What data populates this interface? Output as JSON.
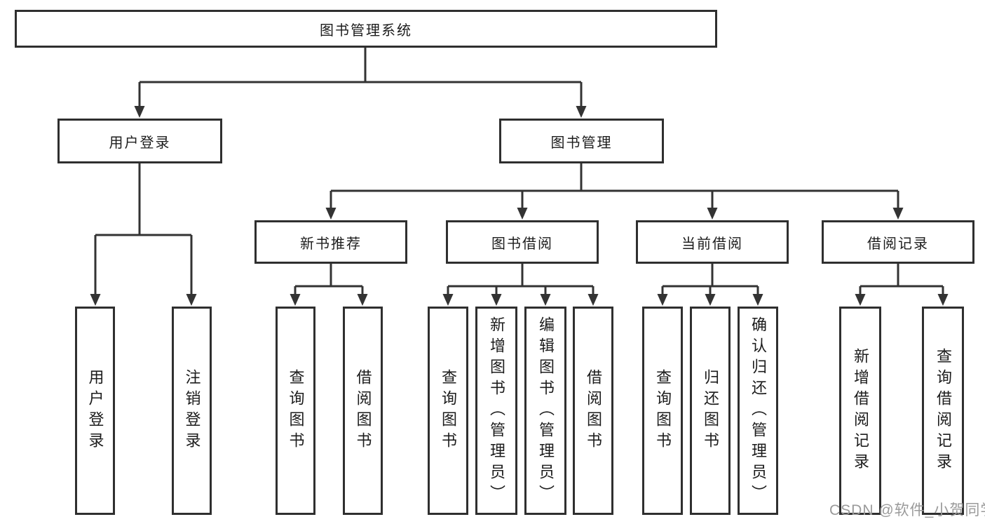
{
  "diagram": {
    "root": {
      "label": "图书管理系统"
    },
    "branches": [
      {
        "label": "用户登录",
        "children": [
          {
            "label": "用户登录"
          },
          {
            "label": "注销登录"
          }
        ]
      },
      {
        "label": "图书管理",
        "children": [
          {
            "label": "新书推荐",
            "children": [
              {
                "label": "查询图书"
              },
              {
                "label": "借阅图书"
              }
            ]
          },
          {
            "label": "图书借阅",
            "children": [
              {
                "label": "查询图书"
              },
              {
                "label": "新增图书（管理员）"
              },
              {
                "label": "编辑图书（管理员）"
              },
              {
                "label": "借阅图书"
              }
            ]
          },
          {
            "label": "当前借阅",
            "children": [
              {
                "label": "查询图书"
              },
              {
                "label": "归还图书"
              },
              {
                "label": "确认归还（管理员）"
              }
            ]
          },
          {
            "label": "借阅记录",
            "children": [
              {
                "label": "新增借阅记录"
              },
              {
                "label": "查询借阅记录"
              }
            ]
          }
        ]
      }
    ]
  },
  "watermark": {
    "text": "CSDN @软件_小贺同学"
  },
  "colors": {
    "line": "#333333",
    "border": "#2f2f2f",
    "text": "#1c1c1c",
    "watermark": "#9a9a9a",
    "background": "#ffffff"
  }
}
